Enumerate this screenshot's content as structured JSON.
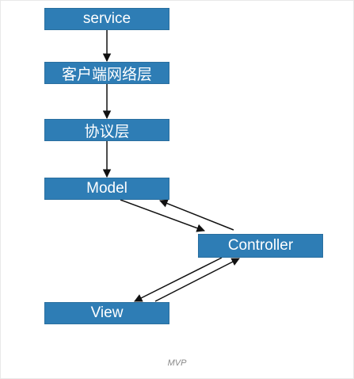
{
  "diagram": {
    "nodes": [
      {
        "id": "service",
        "label": "service"
      },
      {
        "id": "client_network",
        "label": "客户端网络层"
      },
      {
        "id": "protocol",
        "label": "协议层"
      },
      {
        "id": "model",
        "label": "Model"
      },
      {
        "id": "controller",
        "label": "Controller"
      },
      {
        "id": "view",
        "label": "View"
      }
    ],
    "edges": [
      {
        "from": "service",
        "to": "client_network"
      },
      {
        "from": "client_network",
        "to": "protocol"
      },
      {
        "from": "protocol",
        "to": "model"
      },
      {
        "from": "model",
        "to": "controller"
      },
      {
        "from": "controller",
        "to": "model"
      },
      {
        "from": "controller",
        "to": "view"
      },
      {
        "from": "view",
        "to": "controller"
      }
    ],
    "colors": {
      "node_fill": "#2e7db5",
      "node_text": "#ffffff",
      "arrow": "#111111"
    },
    "caption": "MVP"
  }
}
